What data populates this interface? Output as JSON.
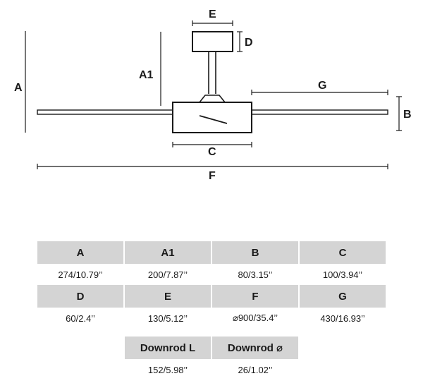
{
  "diagram": {
    "labels": {
      "a": "A",
      "a1": "A1",
      "b": "B",
      "c": "C",
      "d": "D",
      "e": "E",
      "f": "F",
      "g": "G"
    },
    "line_color": "#1a1a1a",
    "fill_color": "#ffffff"
  },
  "table": {
    "header_bg": "#d4d4d4",
    "row1": [
      {
        "label": "A",
        "value": "274/10.79’’"
      },
      {
        "label": "A1",
        "value": "200/7.87’’"
      },
      {
        "label": "B",
        "value": "80/3.15’’"
      },
      {
        "label": "C",
        "value": "100/3.94’’"
      }
    ],
    "row2": [
      {
        "label": "D",
        "value": "60/2.4’’"
      },
      {
        "label": "E",
        "value": "130/5.12’’"
      },
      {
        "label": "F",
        "value": "⌀900/35.4’’"
      },
      {
        "label": "G",
        "value": "430/16.93’’"
      }
    ],
    "row3": [
      {
        "label": "Downrod L",
        "value": "152/5.98’’"
      },
      {
        "label": "Downrod ⌀",
        "value": "26/1.02’’"
      }
    ]
  }
}
